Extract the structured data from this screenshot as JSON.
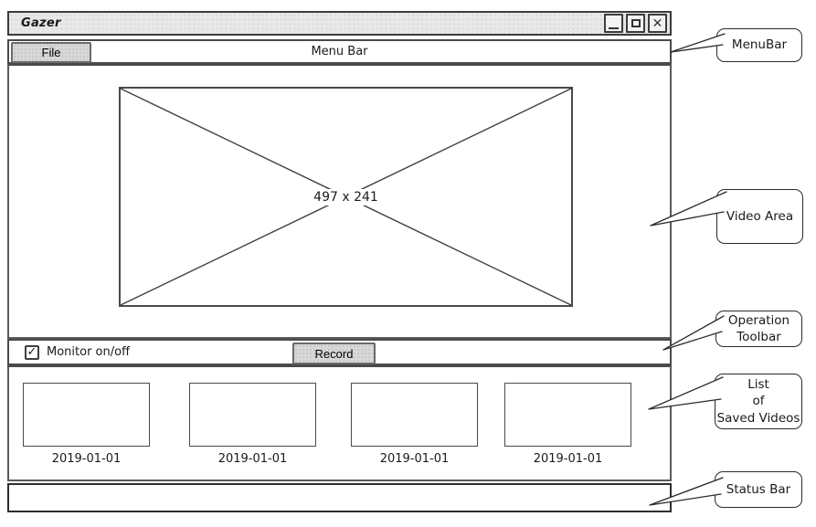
{
  "window": {
    "title": "Gazer"
  },
  "menu_bar": {
    "label": "Menu Bar",
    "file_label": "File"
  },
  "video_area": {
    "placeholder_label": "497 x 241"
  },
  "toolbar": {
    "monitor_label": "Monitor on/off",
    "monitor_checked": true,
    "record_label": "Record"
  },
  "saved_videos": [
    {
      "date": "2019-01-01"
    },
    {
      "date": "2019-01-01"
    },
    {
      "date": "2019-01-01"
    },
    {
      "date": "2019-01-01"
    }
  ],
  "status_bar": {
    "text": ""
  },
  "annotations": {
    "menubar": {
      "label": "MenuBar"
    },
    "video_area": {
      "label": "Video Area"
    },
    "operation_toolbar": {
      "lines": [
        "Operation",
        "Toolbar"
      ]
    },
    "saved_videos_list": {
      "lines": [
        "List",
        "of",
        "Saved Videos"
      ]
    },
    "status_bar": {
      "label": "Status Bar"
    }
  },
  "icons": {
    "check": "✓",
    "close": "✕"
  },
  "colors": {
    "titlebar_bg": "#e8e8e8",
    "button_bg": "#d8d8d8",
    "border_dark": "#3c3c3c",
    "border_mid": "#5a5a5a",
    "text": "#1a1a1a",
    "background": "#ffffff"
  }
}
